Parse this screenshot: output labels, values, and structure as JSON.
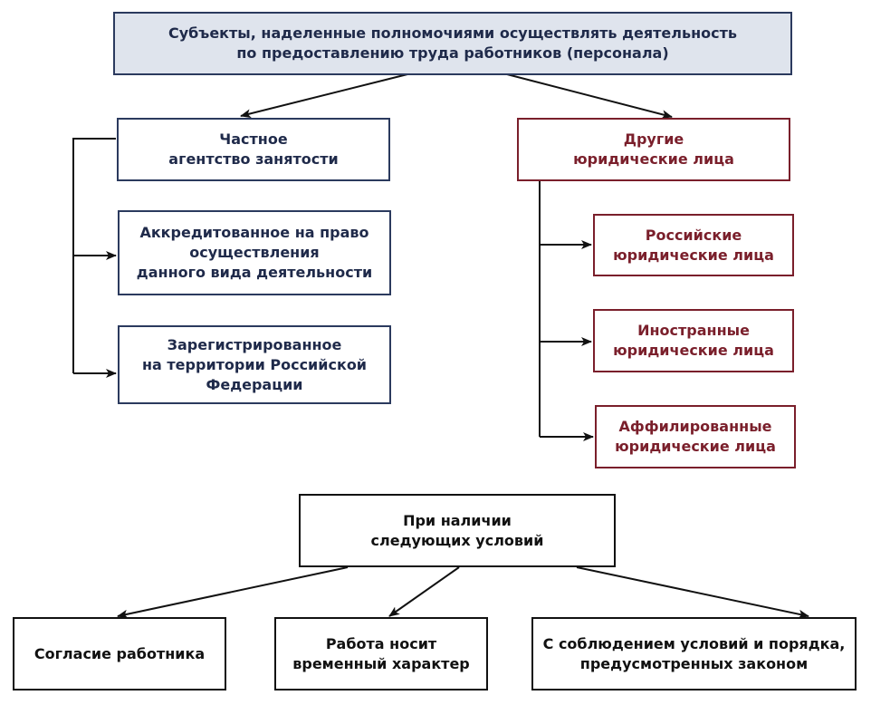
{
  "colors": {
    "navy": "#2b3a5e",
    "dark_red": "#7a1f2b",
    "black": "#111111",
    "header_fill": "#dfe4ed"
  },
  "top_box": "Субъекты, наделенные полномочиями осуществлять деятельность\nпо предоставлению труда работников  (персонала)",
  "left": {
    "head": "Частное\nагентство занятости",
    "items": [
      "Аккредитованное на право\nосуществления\nданного вида деятельности",
      "Зарегистрированное\nна территории  Российской\nФедерации"
    ]
  },
  "right": {
    "head": "Другие\nюридические лица",
    "items": [
      "Российские\nюридические лица",
      "Иностранные\nюридические лица",
      "Аффилированные\nюридические лица"
    ]
  },
  "conditions": {
    "head": "При наличии\nследующих условий",
    "items": [
      "Согласие работника",
      "Работа носит\nвременный характер",
      "С соблюдением условий и порядка,\nпредусмотренных законом"
    ]
  }
}
